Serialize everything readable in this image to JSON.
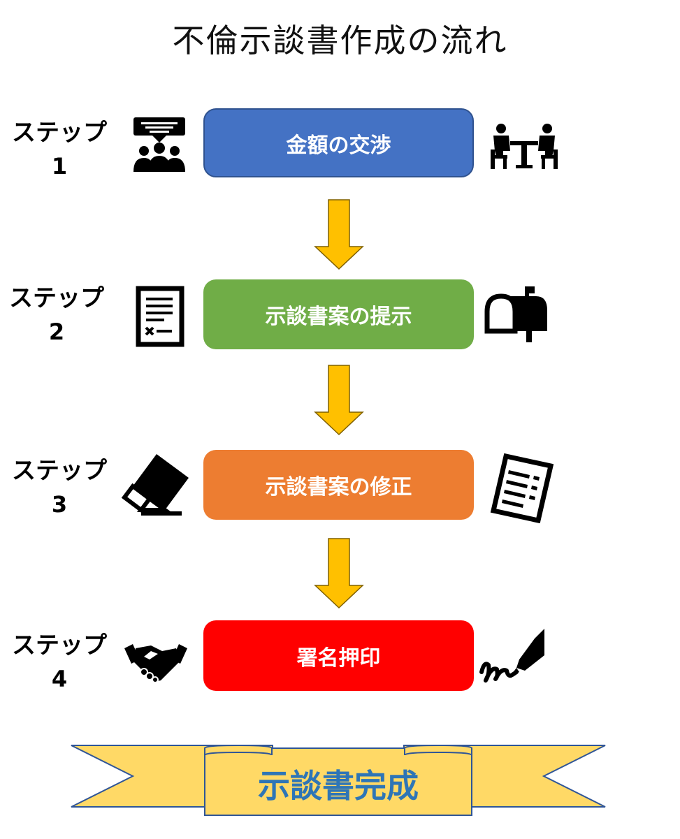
{
  "title": "不倫示談書作成の流れ",
  "colors": {
    "step1": "#4472c4",
    "step2": "#70ad47",
    "step3": "#ed7d31",
    "step4": "#ff0000",
    "arrow": "#ffc000",
    "ribbon": "#ffd966",
    "ribbon_text": "#2e75b6"
  },
  "steps": [
    {
      "label": "ステップ",
      "num": "1",
      "box": "金額の交渉",
      "left_icon": "meeting-presentation-icon",
      "right_icon": "negotiation-table-icon"
    },
    {
      "label": "ステップ",
      "num": "2",
      "box": "示談書案の提示",
      "left_icon": "document-icon",
      "right_icon": "mailbox-icon"
    },
    {
      "label": "ステップ",
      "num": "3",
      "box": "示談書案の修正",
      "left_icon": "eraser-icon",
      "right_icon": "checklist-icon"
    },
    {
      "label": "ステップ",
      "num": "4",
      "box": "署名押印",
      "left_icon": "handshake-icon",
      "right_icon": "fountain-pen-signature-icon"
    }
  ],
  "completion": "示談書完成"
}
